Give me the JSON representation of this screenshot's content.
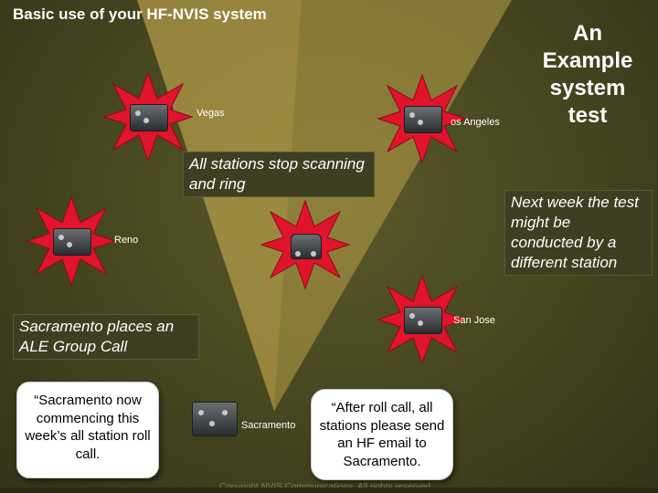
{
  "slide": {
    "title": "Basic use of your HF-NVIS system",
    "example_title": "An Example system test",
    "colors": {
      "starburst": "#e0142b",
      "beam": "#b9a048",
      "background": "#45451f"
    }
  },
  "stations": {
    "las_vegas": {
      "label": "Vegas",
      "icon": "radio-station-icon"
    },
    "los_angeles": {
      "label": "os Angeles",
      "icon": "radio-station-icon"
    },
    "reno": {
      "label": "Reno",
      "icon": "radio-station-icon"
    },
    "center": {
      "label": "",
      "icon": "vehicle-radio-icon"
    },
    "san_jose": {
      "label": "San Jose",
      "icon": "radio-station-icon"
    },
    "sacramento": {
      "label": "Sacramento",
      "icon": "radio-station-icon"
    }
  },
  "notes": {
    "stop_scanning": "All stations stop scanning and ring",
    "next_week": "Next week the test might be conducted by a different station",
    "group_call": "Sacramento places an ALE Group Call"
  },
  "bubbles": {
    "commencing": "“Sacramento now commencing this week’s all station roll call.",
    "after_roll_call": "“After roll call, all stations please send an HF email to Sacramento."
  },
  "footer": {
    "copyright": "Copyright NVIS Communications. All rights reserved."
  }
}
